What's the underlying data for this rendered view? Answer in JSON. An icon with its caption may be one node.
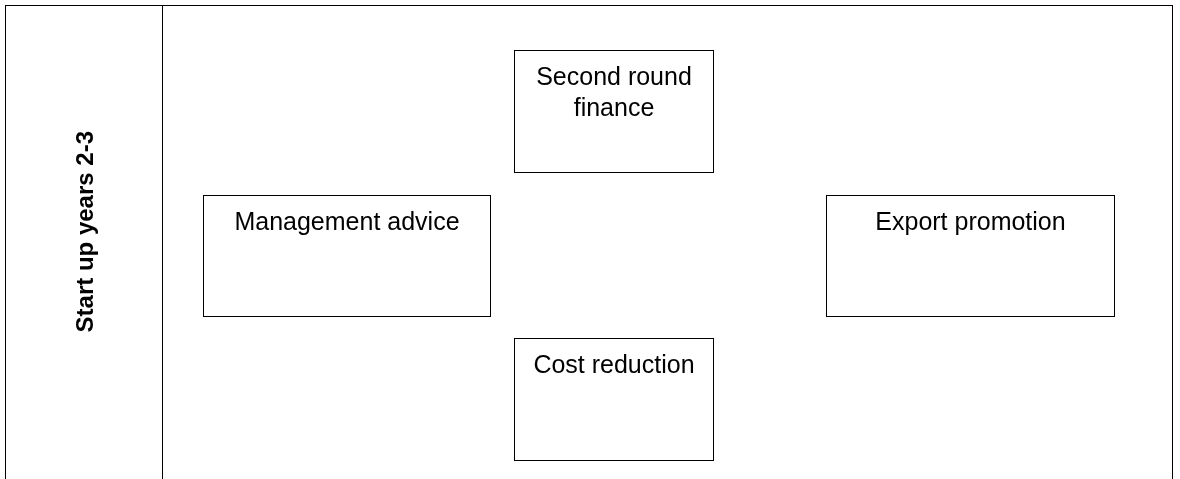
{
  "diagram": {
    "nodes": [
      {
        "text": [
          "Start up years 2-3"
        ]
      },
      {
        "text": [
          "Second round finance"
        ]
      },
      {
        "text": [
          "Management advice"
        ]
      },
      {
        "text": [
          "Export promotion"
        ]
      },
      {
        "text": [
          "Cost reduction"
        ]
      }
    ]
  }
}
